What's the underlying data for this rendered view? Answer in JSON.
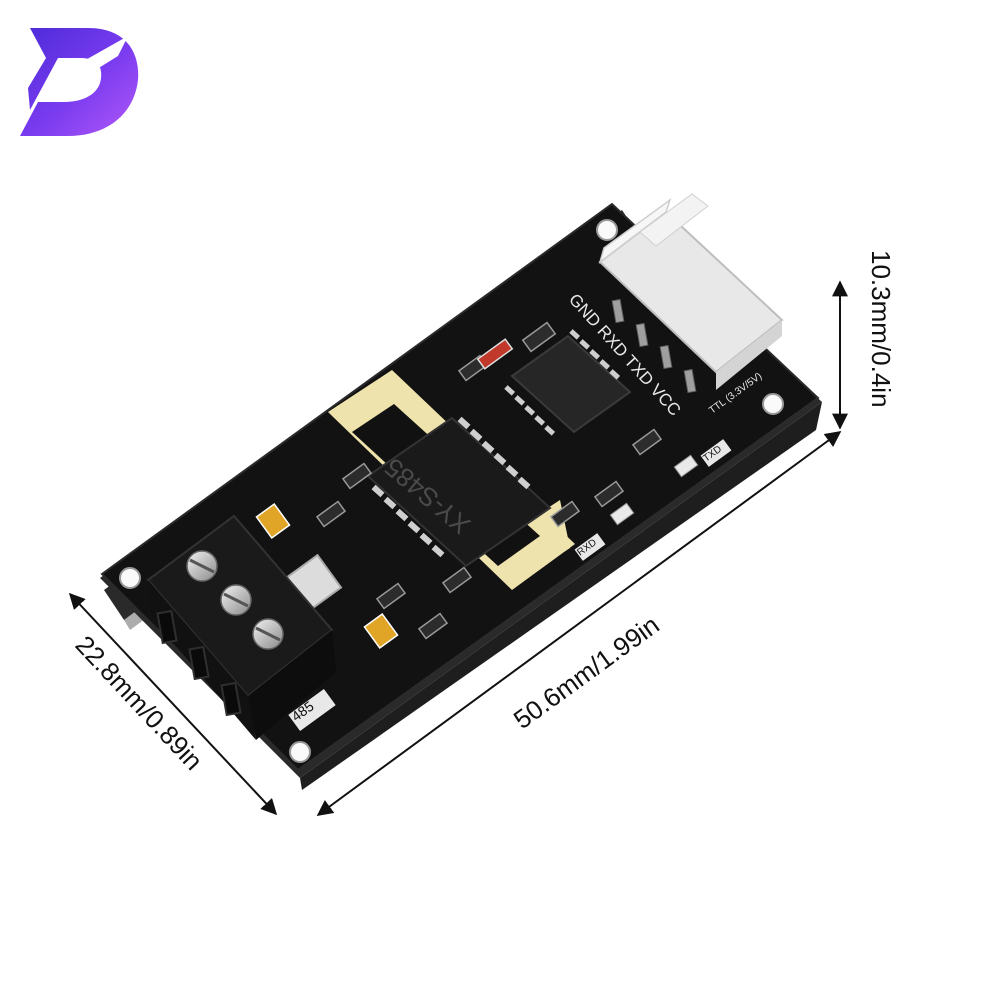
{
  "brand": {
    "logo_text": "D",
    "logo_colors": [
      "#5b2bd6",
      "#a64bf4",
      "#7c3aed"
    ]
  },
  "dimensions": {
    "height_label": "10.3mm/0.4in",
    "length_label": "50.6mm/1.99in",
    "width_label": "22.8mm/0.89in"
  },
  "board": {
    "chip_marking": "XY-S485",
    "pin_header_labels": "GND RXD TXD VCC",
    "ttl_label": "TTL (3.3V/5V)",
    "txd_led_label": "TXD",
    "rxd_led_label": "RXD",
    "terminal_label": "485",
    "colors": {
      "pcb": "#121212",
      "pcb_edge": "#2a2a2a",
      "substrate": "#efe3ad",
      "connector": "#f5f5f5",
      "terminal_block": "#1a1a1a"
    }
  }
}
